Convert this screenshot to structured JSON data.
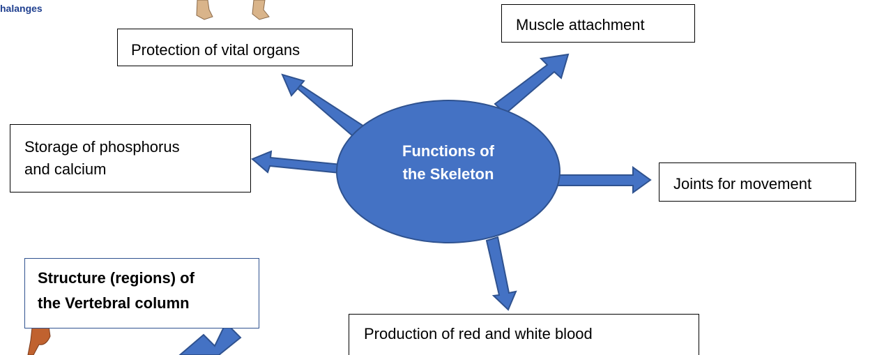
{
  "corner_label": "halanges",
  "center": {
    "line1": "Functions of",
    "line2": "the Skeleton"
  },
  "nodes": {
    "protection": "Protection of vital organs",
    "muscle": "Muscle attachment",
    "storage_line1": "Storage of phosphorus",
    "storage_line2": "and calcium",
    "joints": "Joints for movement",
    "blood": "Production of red and white blood",
    "structure_line1": "Structure (regions) of",
    "structure_line2": "the Vertebral column"
  },
  "colors": {
    "ellipse": "#4472c4",
    "arrow": "#4472c4",
    "arrow_stroke": "#2f528f",
    "box_border_blue": "#2f528f"
  }
}
